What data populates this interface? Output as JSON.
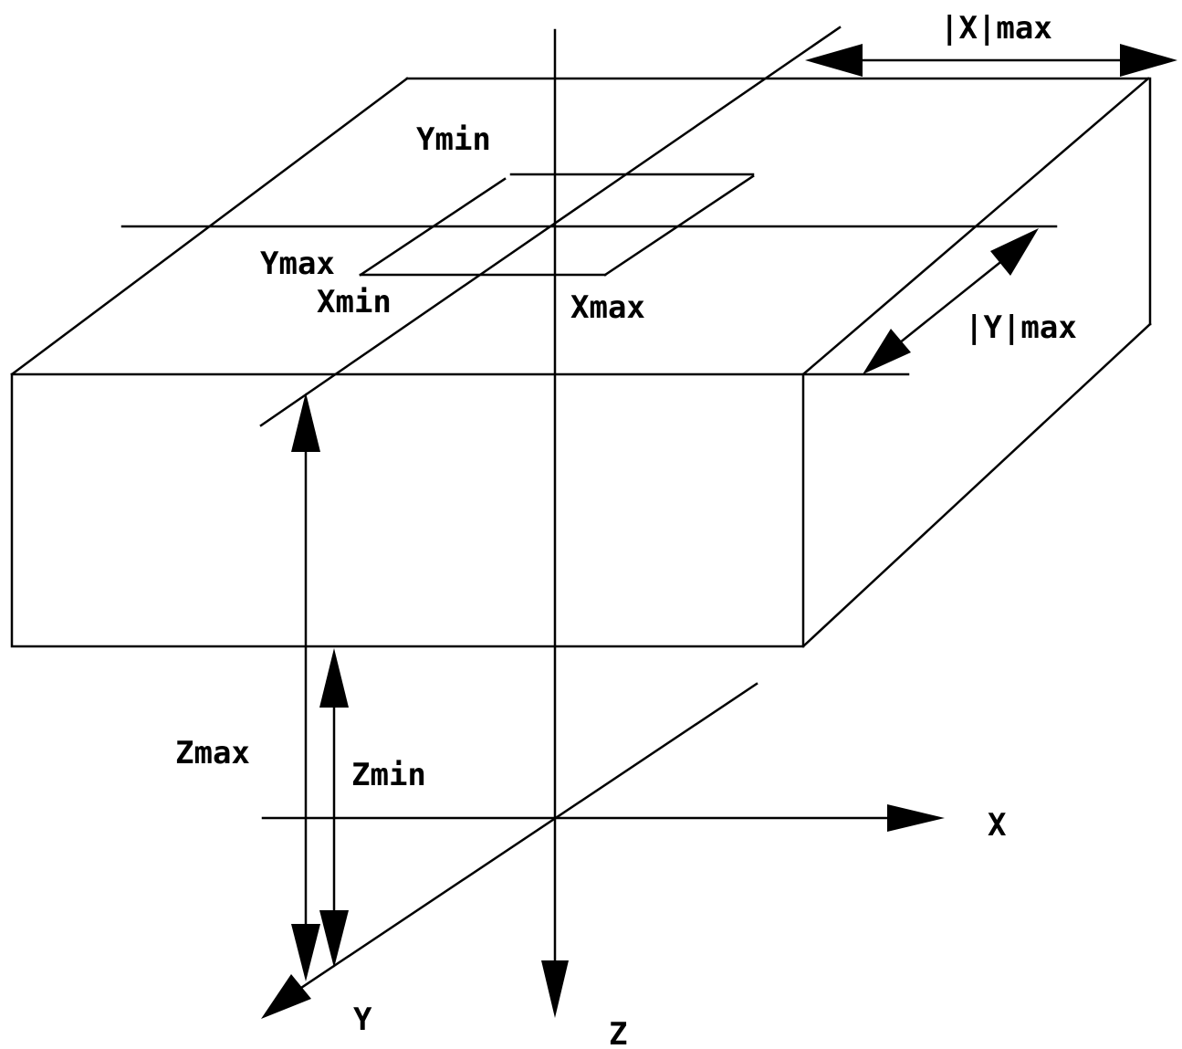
{
  "labels": {
    "abs_x_max": "|X|max",
    "y_min": "Ymin",
    "y_max": "Ymax",
    "x_min": "Xmin",
    "x_max": "Xmax",
    "abs_y_max": "|Y|max",
    "z_max": "Zmax",
    "z_min": "Zmin",
    "axis_x": "X",
    "axis_y": "Y",
    "axis_z": "Z"
  }
}
